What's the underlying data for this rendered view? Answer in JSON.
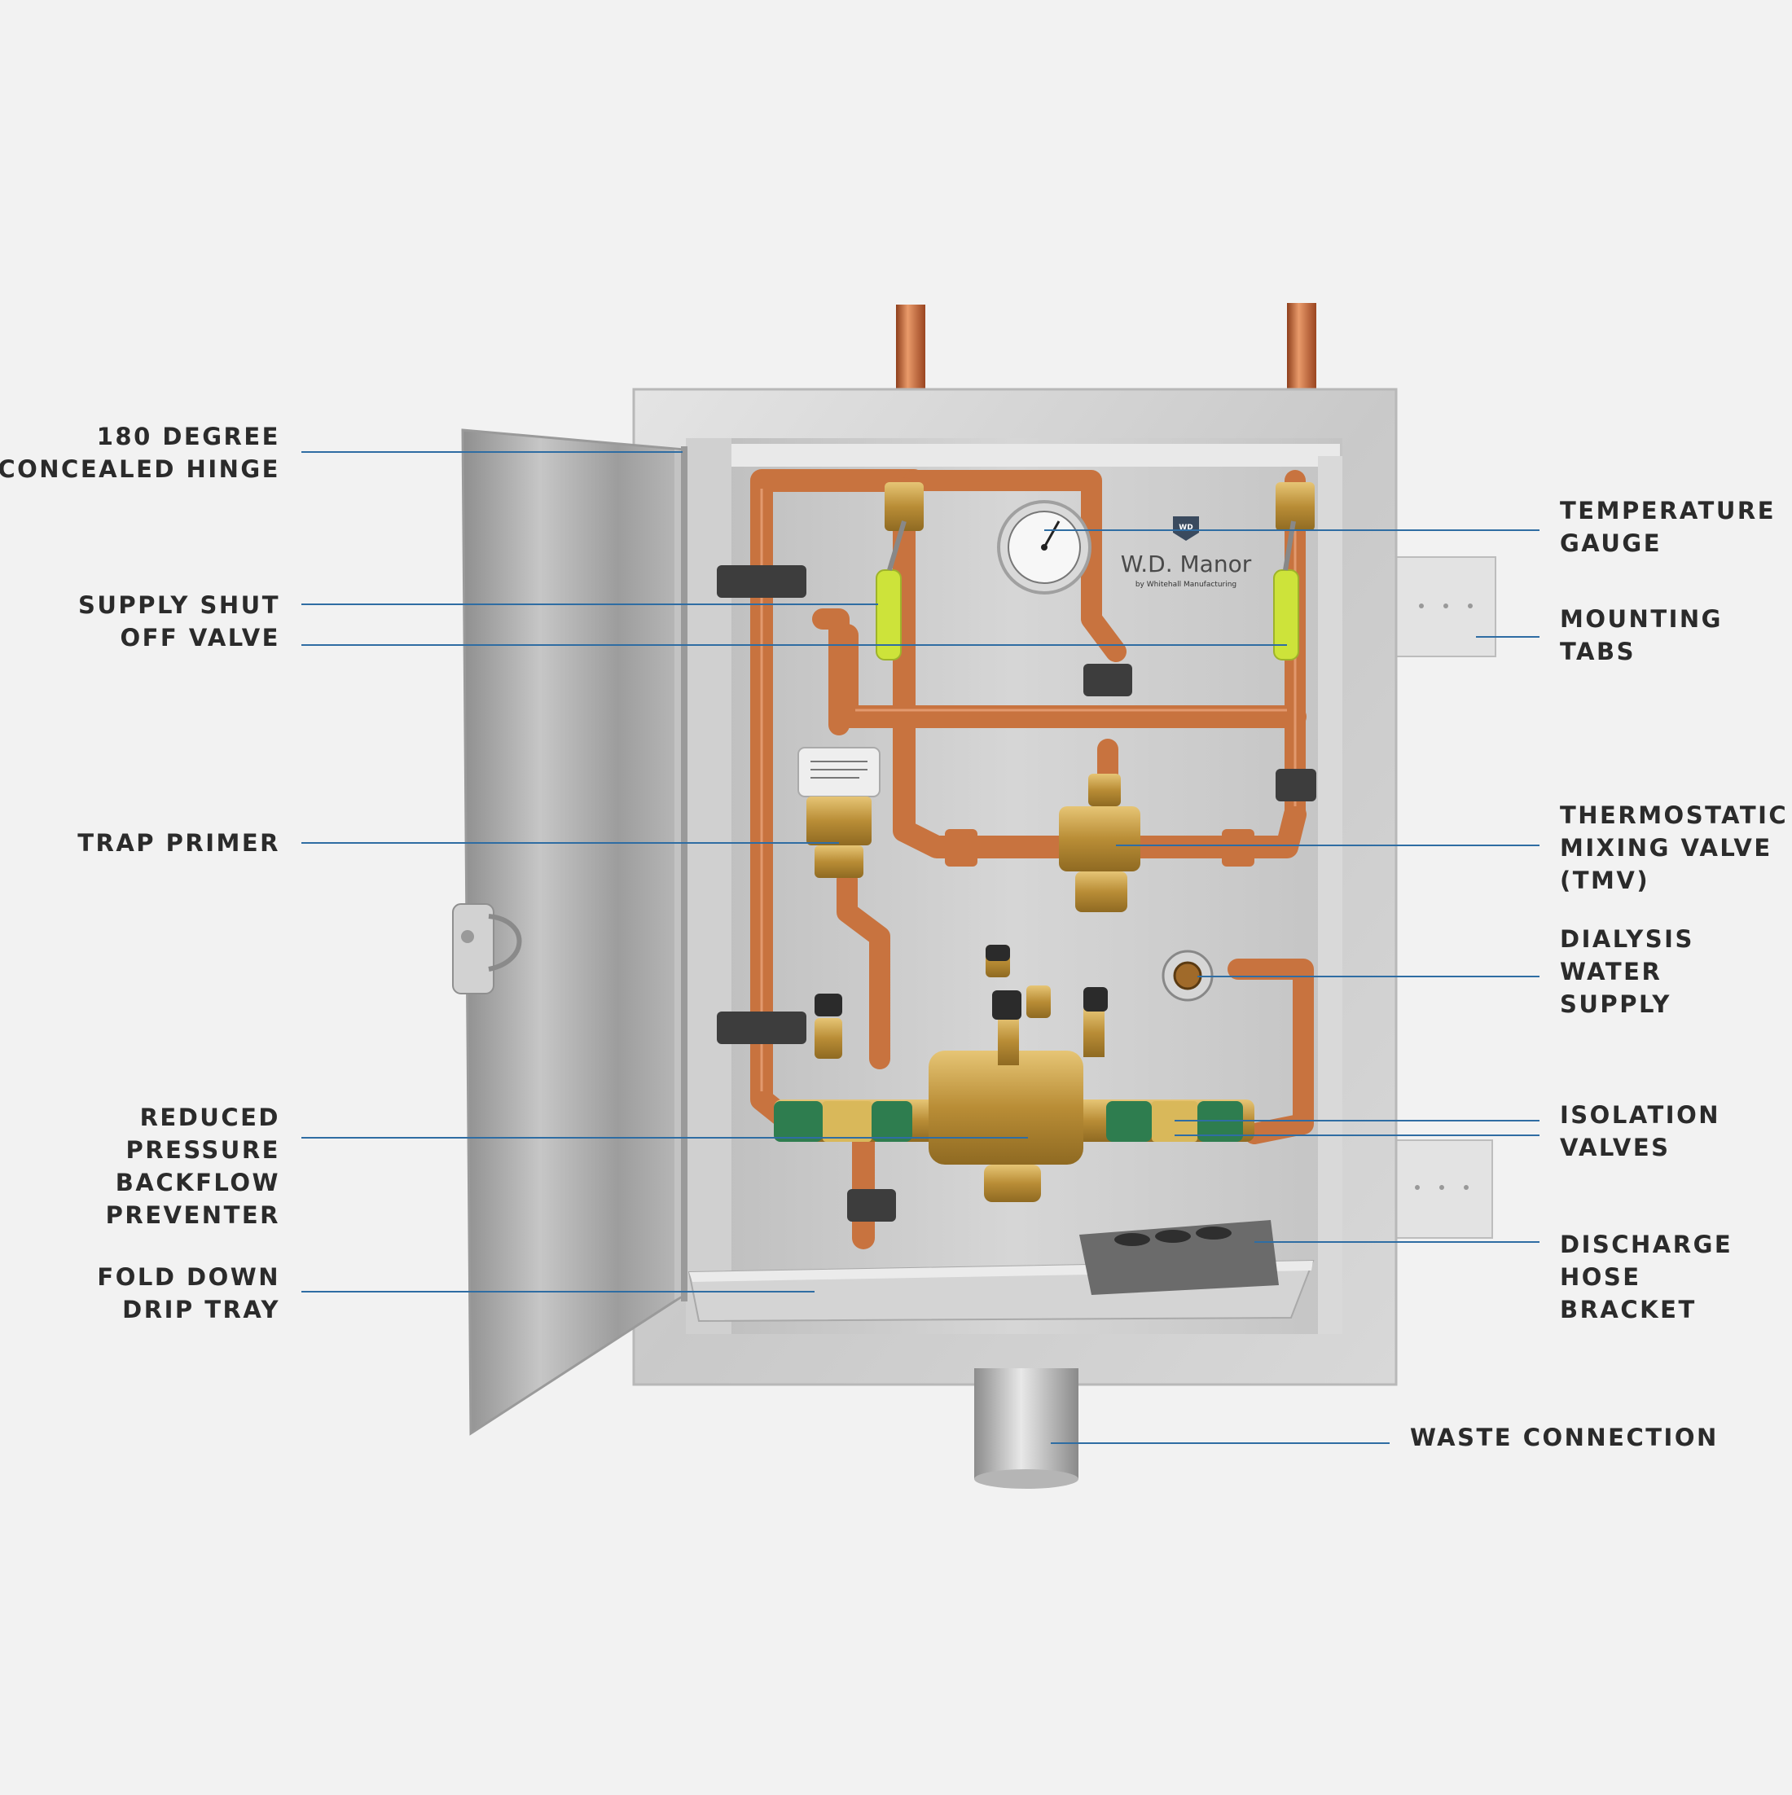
{
  "brand": {
    "name": "W.D. Manor",
    "subtitle": "by Whitehall Manufacturing",
    "logo_text": "WD"
  },
  "colors": {
    "background": "#f2f2f2",
    "leader_line": "#2f6da3",
    "label_text": "#2b2b2b",
    "copper": "#c8733f",
    "brass": "#c9a24a",
    "green_valve": "#2e7d4f",
    "yellow_handle": "#cde33a",
    "stainless": "#cfcfcf"
  },
  "callouts_left": [
    {
      "id": "hinge",
      "lines": [
        "180 DEGREE",
        "CONCEALED HINGE"
      ]
    },
    {
      "id": "supply",
      "lines": [
        "SUPPLY SHUT",
        "OFF VALVE"
      ]
    },
    {
      "id": "trap",
      "lines": [
        "TRAP PRIMER"
      ]
    },
    {
      "id": "rpbp",
      "lines": [
        "REDUCED",
        "PRESSURE",
        "BACKFLOW",
        "PREVENTER"
      ]
    },
    {
      "id": "tray",
      "lines": [
        "FOLD DOWN",
        "DRIP TRAY"
      ]
    }
  ],
  "callouts_right": [
    {
      "id": "gauge",
      "lines": [
        "TEMPERATURE",
        "GAUGE"
      ]
    },
    {
      "id": "tabs",
      "lines": [
        "MOUNTING",
        "TABS"
      ]
    },
    {
      "id": "tmv",
      "lines": [
        "THERMOSTATIC",
        "MIXING VALVE",
        "(TMV)"
      ]
    },
    {
      "id": "dialysis",
      "lines": [
        "DIALYSIS",
        "WATER",
        "SUPPLY"
      ]
    },
    {
      "id": "isolation",
      "lines": [
        "ISOLATION",
        "VALVES"
      ]
    },
    {
      "id": "hose",
      "lines": [
        "DISCHARGE",
        "HOSE",
        "BRACKET"
      ]
    },
    {
      "id": "waste",
      "lines": [
        "WASTE CONNECTION"
      ]
    }
  ]
}
